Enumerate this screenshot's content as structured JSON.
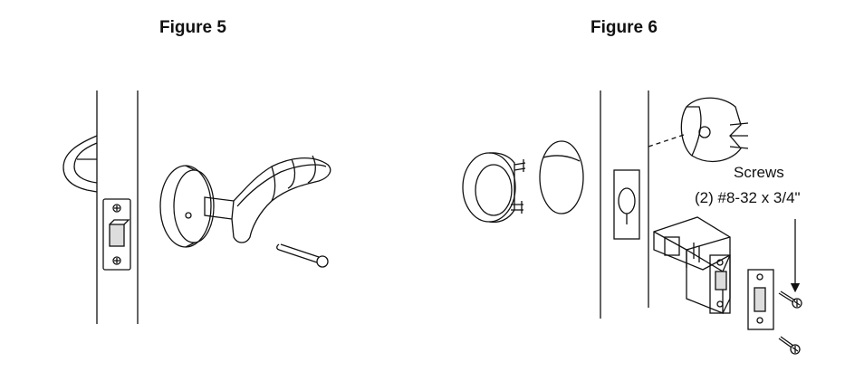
{
  "figures": [
    {
      "title": "Figure 5"
    },
    {
      "title": "Figure 6"
    }
  ],
  "callout": {
    "line1": "Screws",
    "line2": "(2) #8-32 x 3/4\""
  }
}
